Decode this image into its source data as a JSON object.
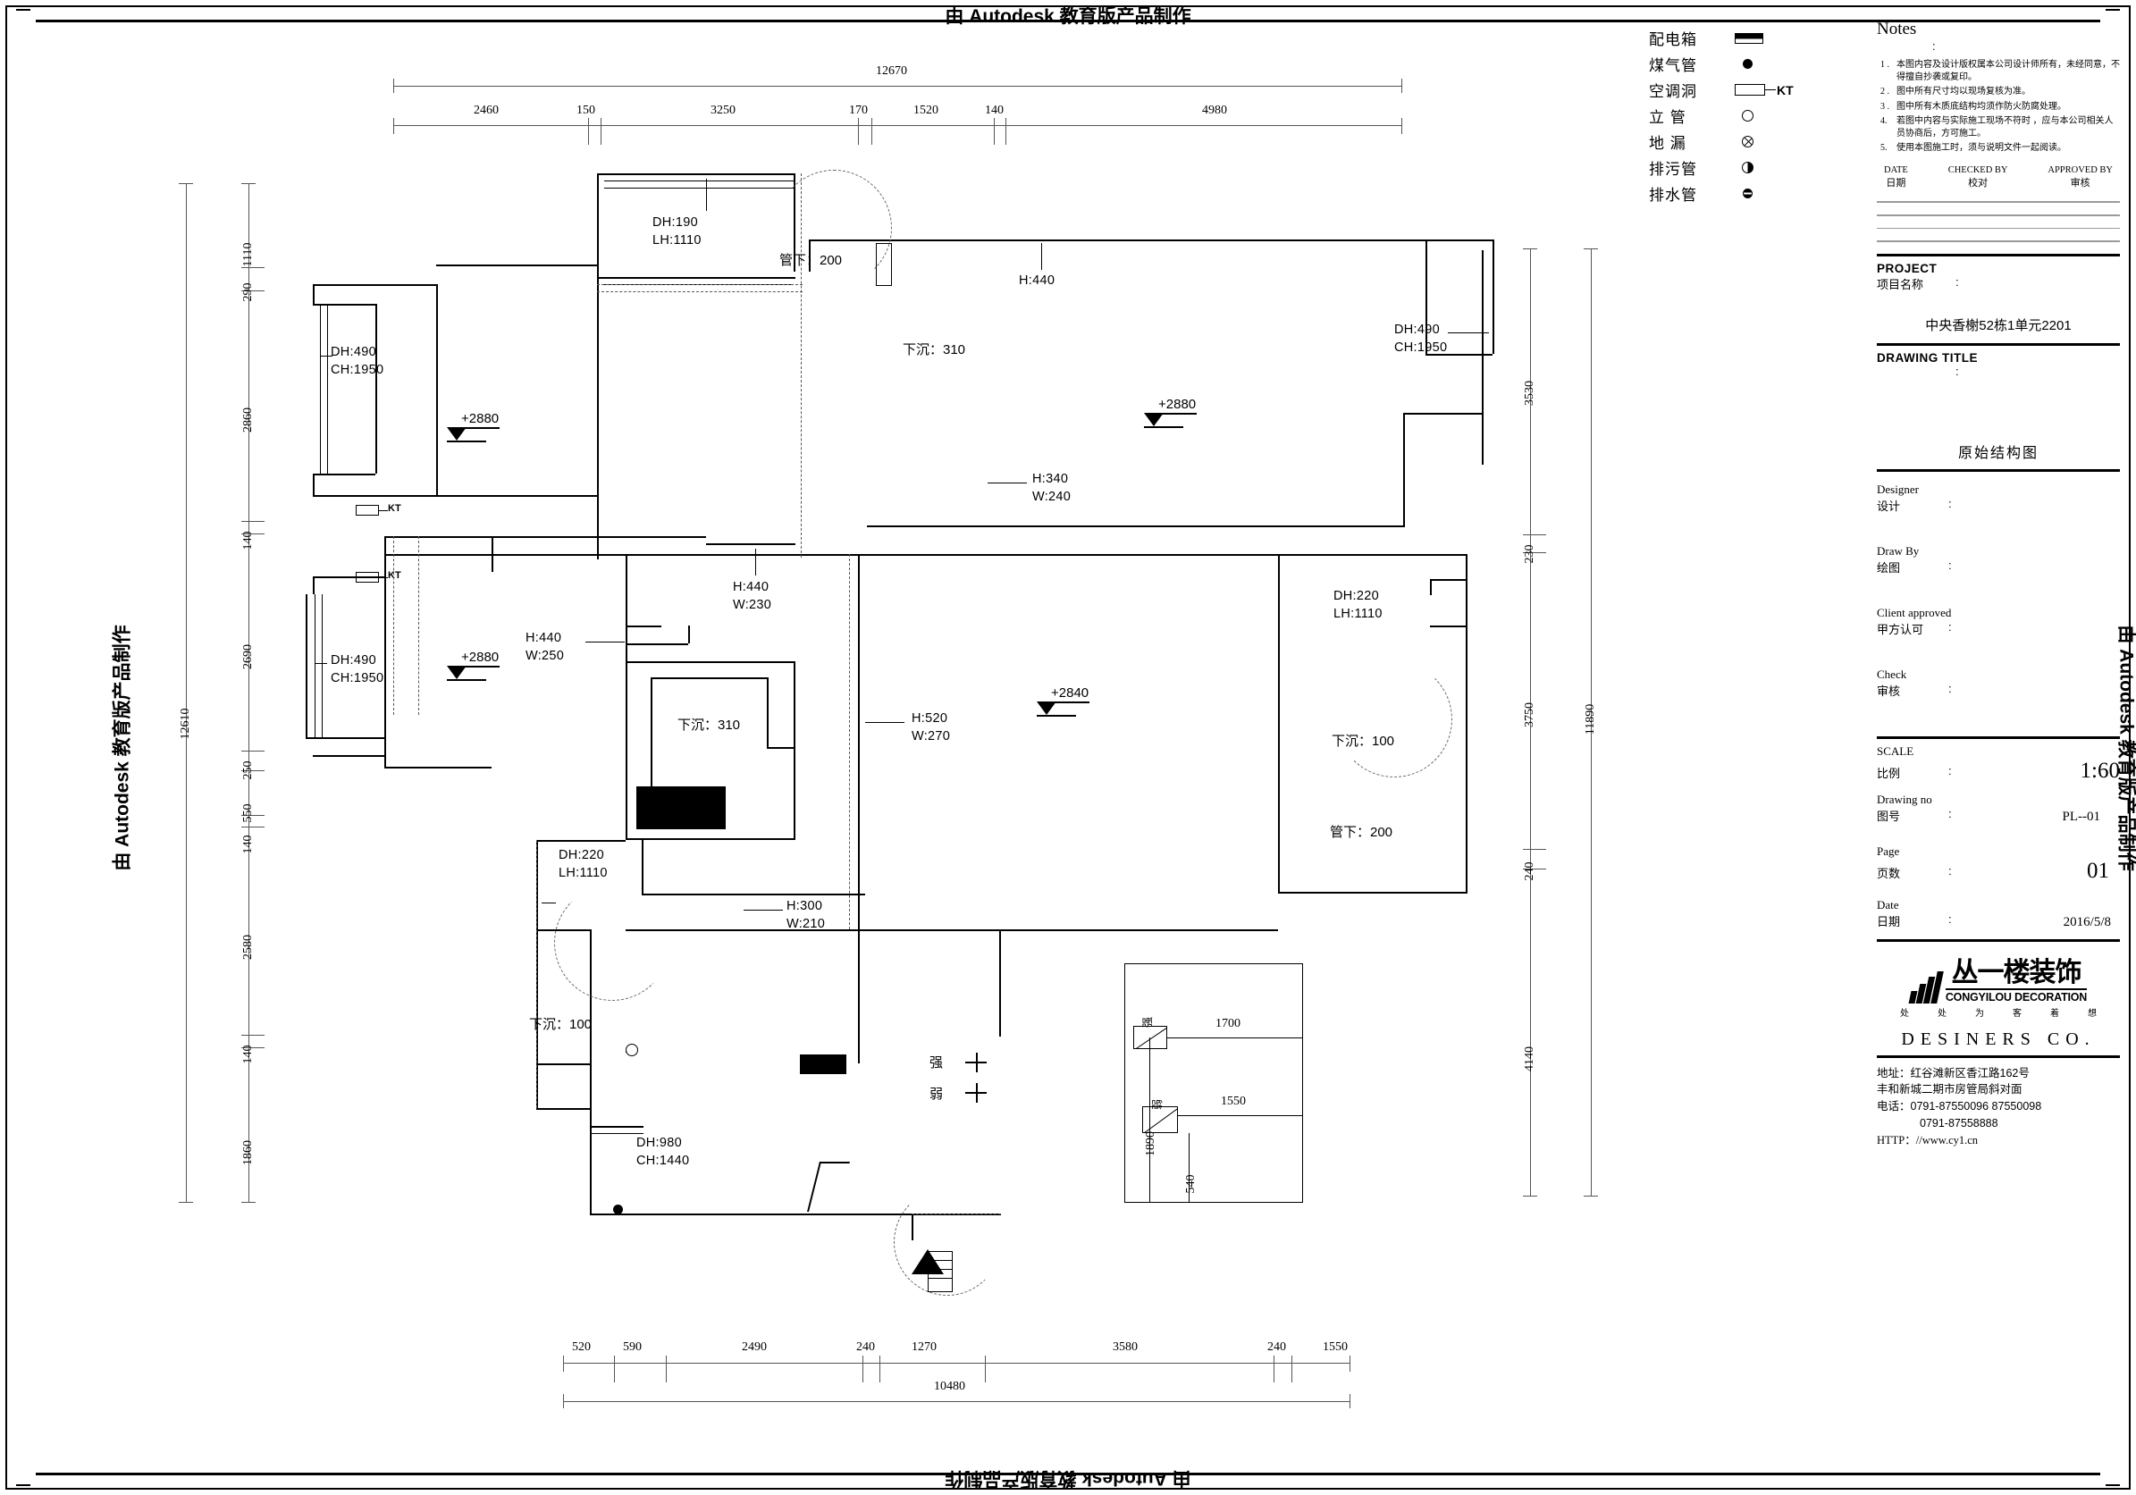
{
  "watermark": {
    "top": "由 Autodesk 教育版产品制作",
    "bottom": "由 Autodesk 教育版产品制作",
    "left": "由 Autodesk 教育版产品制作",
    "right": "由 Autodesk 教育版产品制作"
  },
  "legend": {
    "items": [
      {
        "label": "配电箱",
        "icon": "panel-box-icon"
      },
      {
        "label": "煤气管",
        "icon": "filled-circle-icon"
      },
      {
        "label": "空调洞",
        "icon": "kt-duct-icon",
        "suffix": "KT"
      },
      {
        "label": "立 管",
        "icon": "open-circle-icon"
      },
      {
        "label": "地 漏",
        "icon": "floor-drain-icon"
      },
      {
        "label": "排污管",
        "icon": "half-filled-circle-icon"
      },
      {
        "label": "排水管",
        "icon": "water-pipe-icon"
      }
    ]
  },
  "notes": {
    "title": "Notes",
    "colon": ":",
    "items": [
      {
        "num": "1 .",
        "text": "本图内容及设计版权属本公司设计师所有，未经同意，不得擅自抄袭或复印。"
      },
      {
        "num": "2 .",
        "text": "图中所有尺寸均以现场复核为准。"
      },
      {
        "num": "3 .",
        "text": "图中所有木质底结构均须作防火防腐处理。"
      },
      {
        "num": "4.",
        "text": "若图中内容与实际施工现场不符时 ，应与本公司相关人员协商后，方可施工。"
      },
      {
        "num": "5.",
        "text": "使用本图施工时，须与说明文件一起阅读。"
      }
    ],
    "check_header": [
      {
        "en": "DATE",
        "cn": "日期"
      },
      {
        "en": "CHECKED BY",
        "cn": "校对"
      },
      {
        "en": "APPROVED BY",
        "cn": "审核"
      }
    ]
  },
  "titleblock": {
    "project_en": "PROJECT",
    "project_cn": "项目名称",
    "project_colon": ":",
    "project_value": "中央香榭52栋1单元2201",
    "drawing_title_en": "DRAWING  TITLE",
    "drawing_title_colon": ":",
    "drawing_title_value": "原始结构图",
    "fields": [
      {
        "en": "Designer",
        "cn": "设计",
        "colon": ":",
        "value": ""
      },
      {
        "en": "Draw By",
        "cn": "绘图",
        "colon": ":",
        "value": ""
      },
      {
        "en": "Client approved",
        "cn": "甲方认可",
        "colon": ":",
        "value": ""
      },
      {
        "en": "Check",
        "cn": "审核",
        "colon": ":",
        "value": ""
      }
    ],
    "scale_en": "SCALE",
    "scale_cn": "比例",
    "scale_colon": ":",
    "scale_value": "1:60",
    "dwgno_en": "Drawing  no",
    "dwgno_cn": "图号",
    "dwgno_colon": ":",
    "dwgno_value": "PL--01",
    "page_en": "Page",
    "page_cn": "页数",
    "page_colon": ":",
    "page_value": "01",
    "date_en": "Date",
    "date_cn": "日期",
    "date_colon": ":",
    "date_value": "2016/5/8"
  },
  "company": {
    "name_cn": "丛一楼装饰",
    "name_en": "CONGYILOU DECORATION",
    "slogan": [
      "处",
      "处",
      "为",
      "客",
      "着",
      "想"
    ],
    "desiners": "DESINERS  CO.",
    "address_line1": "地址：红谷滩新区香江路162号",
    "address_line2": "丰和新城二期市房管局斜对面",
    "phone_line1": "电话：0791-87550096 87550098",
    "phone_line2": "0791-87558888",
    "http": "HTTP：//www.cy1.cn"
  },
  "dimensions": {
    "top_overall": "12670",
    "top_chain": [
      "2460",
      "150",
      "3250",
      "170",
      "1520",
      "140",
      "4980"
    ],
    "bottom_overall": "10480",
    "bottom_chain": [
      "520",
      "590",
      "2490",
      "240",
      "1270",
      "3580",
      "240",
      "1550"
    ],
    "left_overall": "12610",
    "left_chain": [
      "1110",
      "290",
      "2860",
      "140",
      "2690",
      "250",
      "550",
      "140",
      "2580",
      "140",
      "1860"
    ],
    "right_overall": "11890",
    "right_chain": [
      "3530",
      "230",
      "3750",
      "240",
      "4140"
    ]
  },
  "plan_annotations": [
    {
      "id": "a1",
      "lines": [
        "DH:190",
        "LH:1110"
      ]
    },
    {
      "id": "a2",
      "lines": [
        "管下：200"
      ]
    },
    {
      "id": "a3",
      "lines": [
        "H:440"
      ]
    },
    {
      "id": "a4",
      "lines": [
        "下沉：310"
      ]
    },
    {
      "id": "a5",
      "lines": [
        "DH:490",
        "CH:1950"
      ]
    },
    {
      "id": "a6",
      "lines": [
        "DH:490",
        "CH:1950"
      ]
    },
    {
      "id": "a7",
      "lines": [
        "+2880"
      ]
    },
    {
      "id": "a8",
      "lines": [
        "+2880"
      ]
    },
    {
      "id": "a9",
      "lines": [
        "H:340",
        "W:240"
      ]
    },
    {
      "id": "a10",
      "lines": [
        "H:440",
        "W:230"
      ]
    },
    {
      "id": "a11",
      "lines": [
        "H:440",
        "W:250"
      ]
    },
    {
      "id": "a12",
      "lines": [
        "DH:490",
        "CH:1950"
      ]
    },
    {
      "id": "a13",
      "lines": [
        "+2880"
      ]
    },
    {
      "id": "a14",
      "lines": [
        "下沉：310"
      ]
    },
    {
      "id": "a15",
      "lines": [
        "H:520",
        "W:270"
      ]
    },
    {
      "id": "a16",
      "lines": [
        "+2840"
      ]
    },
    {
      "id": "a17",
      "lines": [
        "DH:220",
        "LH:1110"
      ]
    },
    {
      "id": "a18",
      "lines": [
        "下沉：100"
      ]
    },
    {
      "id": "a19",
      "lines": [
        "管下：200"
      ]
    },
    {
      "id": "a20",
      "lines": [
        "DH:220",
        "LH:1110"
      ]
    },
    {
      "id": "a21",
      "lines": [
        "H:300",
        "W:210"
      ]
    },
    {
      "id": "a22",
      "lines": [
        "下沉：100"
      ]
    },
    {
      "id": "a23",
      "lines": [
        "DH:980",
        "CH:1440"
      ]
    },
    {
      "id": "a24",
      "lines": [
        "KT"
      ]
    },
    {
      "id": "a25",
      "lines": [
        "KT"
      ]
    }
  ],
  "electrical": {
    "strong_label": "强",
    "weak_label": "弱"
  },
  "detail_box": {
    "strong_label": "强",
    "weak_label": "弱",
    "dim_1700": "1700",
    "dim_1550": "1550",
    "dim_1890": "1890",
    "dim_540": "540"
  }
}
